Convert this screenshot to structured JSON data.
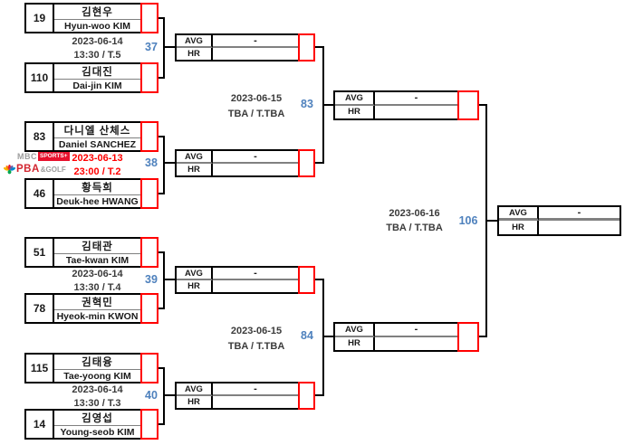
{
  "labels": {
    "avg": "AVG",
    "hr": "HR",
    "dash": "-"
  },
  "colors": {
    "match_number_blue": "#4E81BD",
    "bracket_red": "#FF0000",
    "line_black": "#000000",
    "info_gray": "#3B3B3B",
    "mbc_red": "#E8112D",
    "pba_red": "#D22630"
  },
  "round1": [
    {
      "no": "37",
      "date": "2023-06-14",
      "time": "13:30 / T.5",
      "p1": {
        "seed": "19",
        "kr": "김현우",
        "en": "Hyun-woo KIM"
      },
      "p2": {
        "seed": "110",
        "kr": "김대진",
        "en": "Dai-jin KIM"
      }
    },
    {
      "no": "38",
      "date": "2023-06-13",
      "time": "23:00 / T.2",
      "p1": {
        "seed": "83",
        "kr": "다니엘 산체스",
        "en": "Daniel SANCHEZ"
      },
      "p2": {
        "seed": "46",
        "kr": "황득희",
        "en": "Deuk-hee HWANG"
      }
    },
    {
      "no": "39",
      "date": "2023-06-14",
      "time": "13:30 / T.4",
      "p1": {
        "seed": "51",
        "kr": "김태관",
        "en": "Tae-kwan KIM"
      },
      "p2": {
        "seed": "78",
        "kr": "권혁민",
        "en": "Hyeok-min KWON"
      }
    },
    {
      "no": "40",
      "date": "2023-06-14",
      "time": "13:30 / T.3",
      "p1": {
        "seed": "115",
        "kr": "김태융",
        "en": "Tae-yoong KIM"
      },
      "p2": {
        "seed": "14",
        "kr": "김영섭",
        "en": "Young-seob KIM"
      }
    }
  ],
  "semifinals": [
    {
      "no": "83",
      "date": "2023-06-15",
      "time": "TBA / T.TBA"
    },
    {
      "no": "84",
      "date": "2023-06-15",
      "time": "TBA / T.TBA"
    }
  ],
  "final": {
    "no": "106",
    "date": "2023-06-16",
    "time": "TBA / T.TBA"
  },
  "broadcast": {
    "mbc": "MBC",
    "sports": "SPORTS+",
    "pba": "PBA",
    "golf": "&GOLF"
  }
}
